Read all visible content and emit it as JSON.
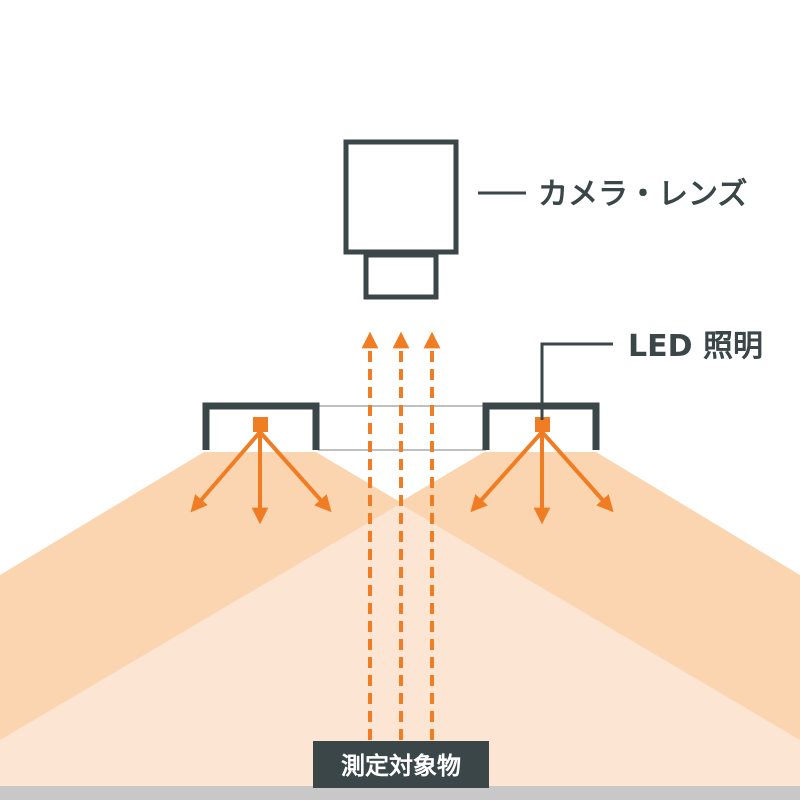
{
  "labels": {
    "camera_lens": "カメラ・レンズ",
    "led_lighting": "LED 照明",
    "target_object": "測定対象物"
  },
  "colors": {
    "dark": "#3a4647",
    "orange": "#f07d24",
    "light_beam_outer": "#fbd5b0",
    "light_beam_inner": "#fde5d3",
    "ground": "#c8c8c8",
    "glass": "#bfbfbf"
  },
  "icons": {
    "camera": "camera-body-icon",
    "lens": "lens-icon",
    "led": "led-chip-icon"
  }
}
